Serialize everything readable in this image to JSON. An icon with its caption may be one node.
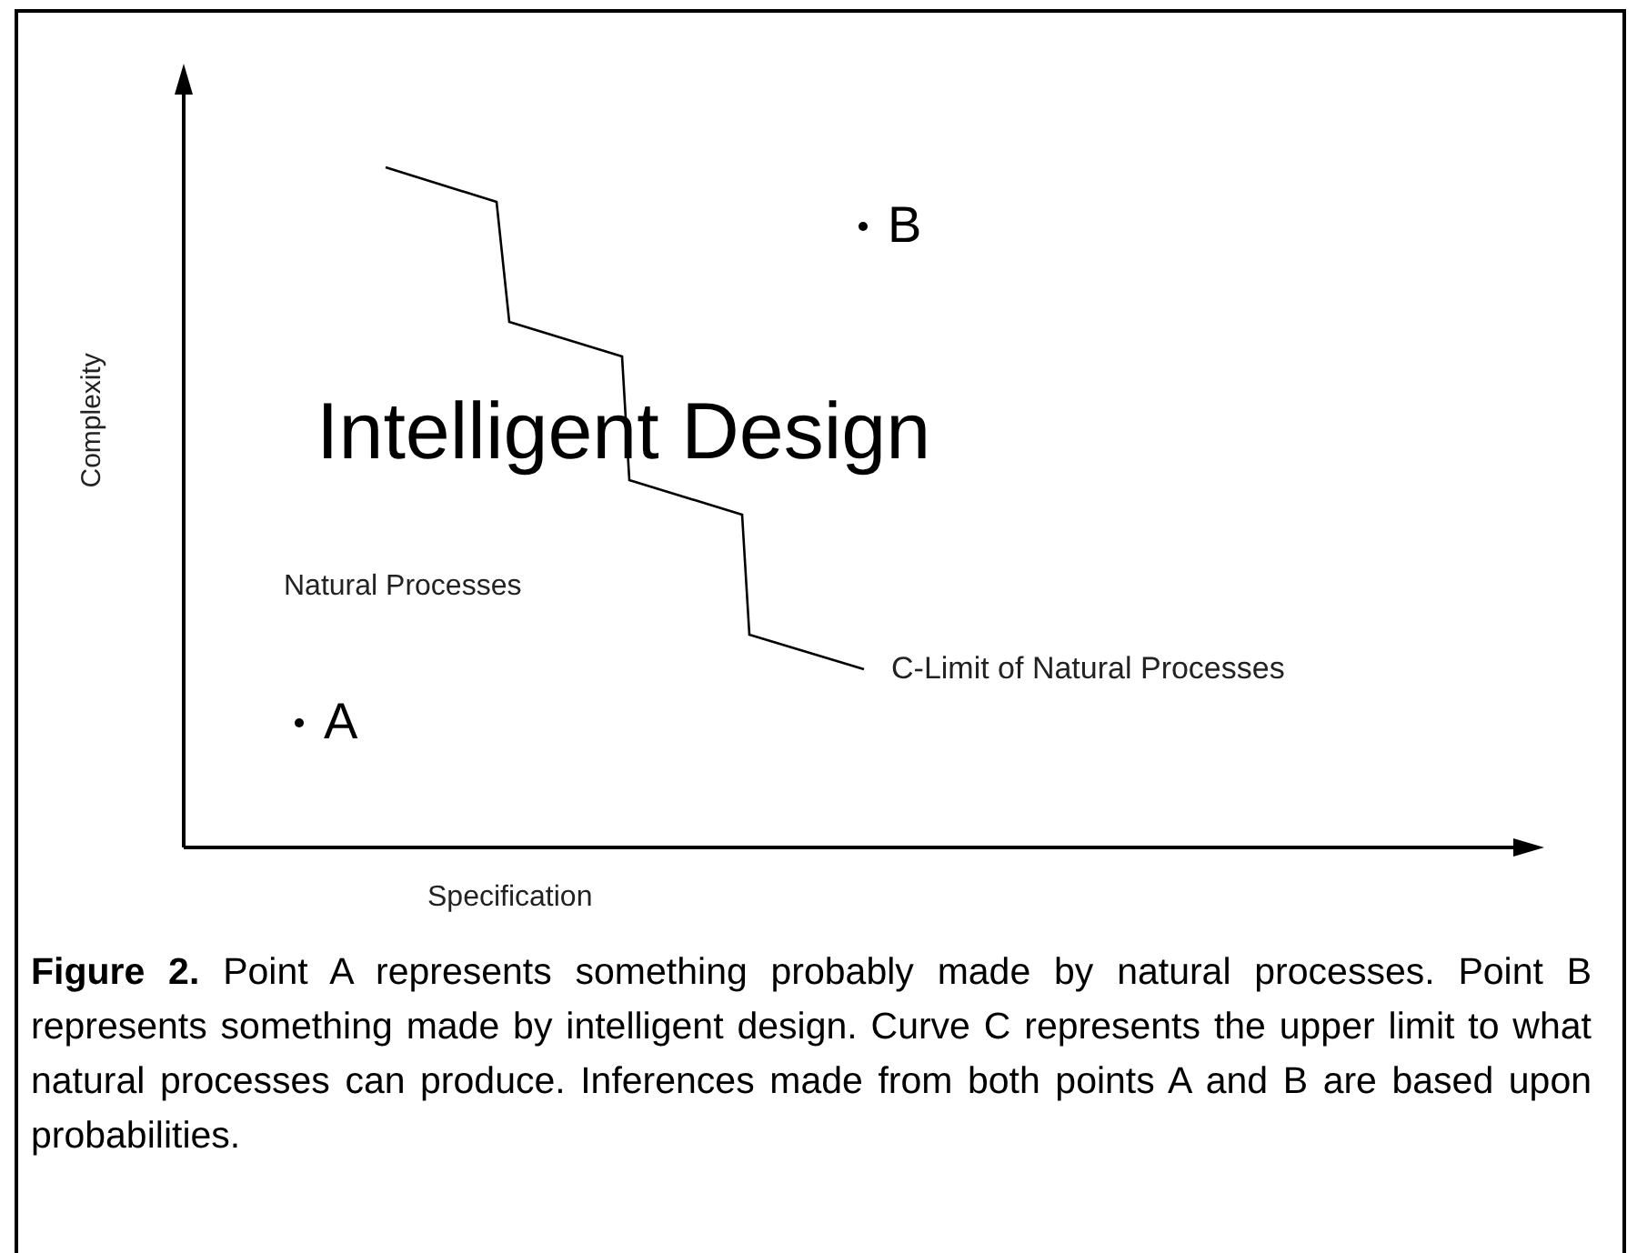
{
  "diagram": {
    "caption": "**Figure 2.** Point A represents something probably made by natural processes. Point B represents something made by intelligent design. Curve C represents the upper limit to what natural processes can produce. Inferences made from both points A and B are based upon probabilities.",
    "labels": [
      "B",
      "Complexity",
      "Intelligent Design",
      "Natural Processes",
      "C-Limit of Natural Processes",
      "A",
      "Specification"
    ]
  }
}
